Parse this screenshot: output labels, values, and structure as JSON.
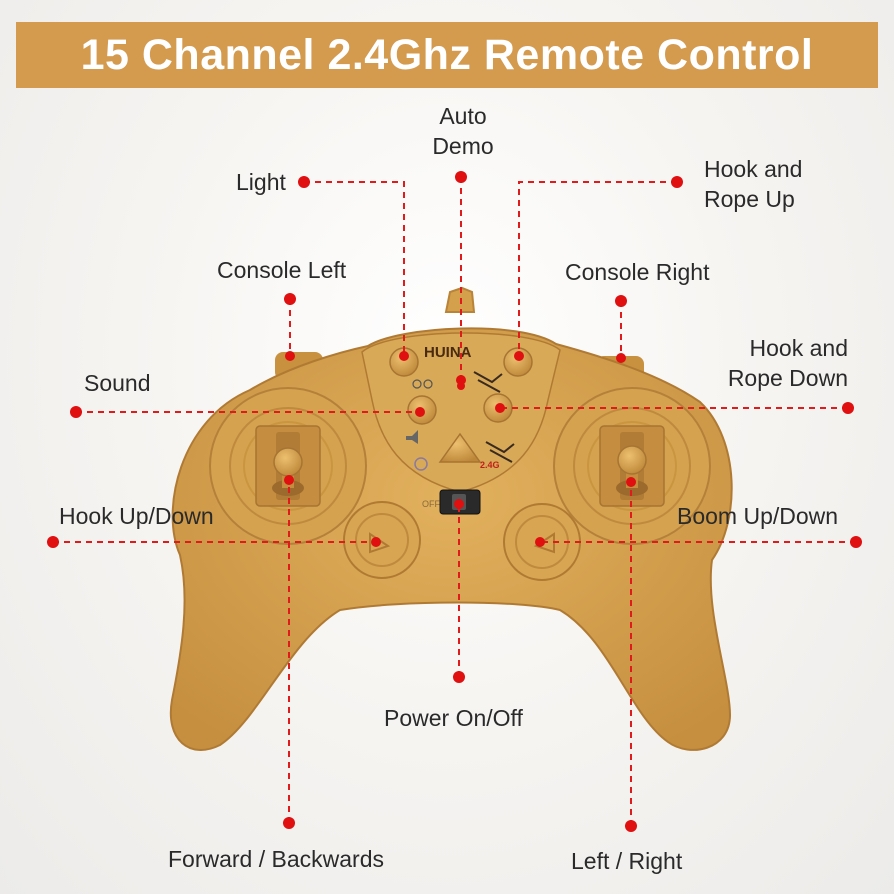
{
  "title": "15 Channel 2.4Ghz Remote Control",
  "brand_logo": "HUINA",
  "freq_mark": "2.4G",
  "switch_label": "OFF",
  "colors": {
    "banner": "#d49a4e",
    "body": "#d6a24f",
    "pointer": "#e11b1b",
    "dot": "#e01010",
    "text": "#2a2a2a"
  },
  "labels": {
    "auto_demo": "Auto\nDemo",
    "light": "Light",
    "hook_rope_up": "Hook and\nRope Up",
    "console_left": "Console Left",
    "console_right": "Console Right",
    "hook_rope_down": "Hook and\nRope Down",
    "sound": "Sound",
    "hook_up_down": "Hook Up/Down",
    "boom_up_down": "Boom Up/Down",
    "power": "Power On/Off",
    "forward_backwards": "Forward / Backwards",
    "left_right": "Left / Right"
  }
}
